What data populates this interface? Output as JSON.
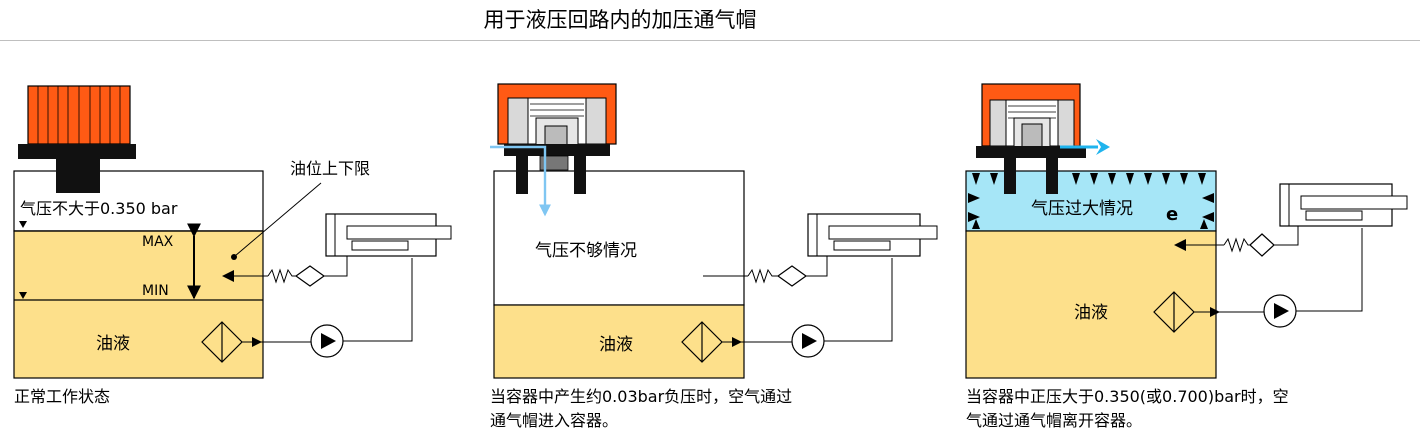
{
  "title": "用于液压回路内的加压通气帽",
  "colors": {
    "oil": "#fde08b",
    "cap_orange": "#ff5a14",
    "air_blue": "#a6e6f7",
    "arrow_blue": "#7fc6f2",
    "flow_arrow_blue": "#1fb4ee"
  },
  "panels": [
    {
      "air_label": "气压不大于0.350 bar",
      "level_label": "油位上下限",
      "max_label": "MAX",
      "min_label": "MIN",
      "oil_label": "油液",
      "caption": "正常工作状态"
    },
    {
      "air_label": "气压不够情况",
      "oil_label": "油液",
      "caption_line1": "当容器中产生约0.03bar负压时，空气通过",
      "caption_line2": "通气帽进入容器。"
    },
    {
      "air_label": "气压过大情况",
      "air_mark": "e",
      "oil_label": "油液",
      "caption_line1": "当容器中正压大于0.350(或0.700)bar时，空",
      "caption_line2": "气通过通气帽离开容器。"
    }
  ]
}
